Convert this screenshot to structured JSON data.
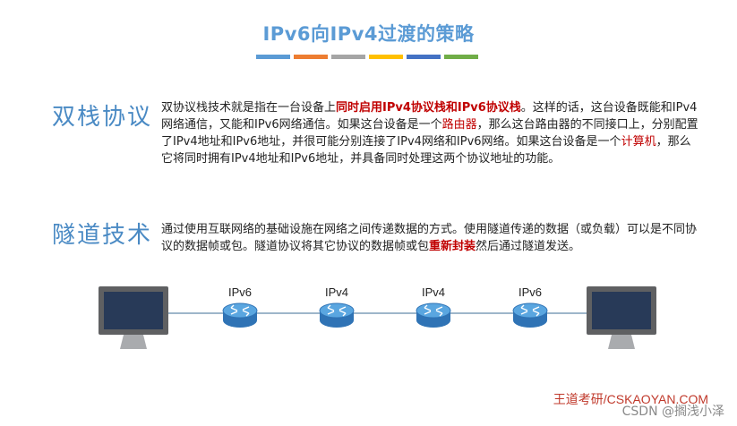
{
  "title": "IPv6向IPv4过渡的策略",
  "color_bars": [
    "#5b9bd5",
    "#ed7d31",
    "#a5a5a5",
    "#ffc000",
    "#4472c4",
    "#70ad47"
  ],
  "sections": {
    "dual_stack": {
      "heading": "双栈协议",
      "body": [
        {
          "text": "双协议栈技术就是指在一台设备上",
          "style": "normal"
        },
        {
          "text": "同时启用IPv4协议栈和IPv6协议栈",
          "style": "red-bold"
        },
        {
          "text": "。这样的话，这台设备既能和IPv4网络通信，又能和IPv6网络通信。如果这台设备是一个",
          "style": "normal"
        },
        {
          "text": "路由器",
          "style": "red"
        },
        {
          "text": "，那么这台路由器的不同接口上，分别配置了IPv4地址和IPv6地址，并很可能分别连接了IPv4网络和IPv6网络。如果这台设备是一个",
          "style": "normal"
        },
        {
          "text": "计算机",
          "style": "red"
        },
        {
          "text": "，那么它将同时拥有IPv4地址和IPv6地址，并具备同时处理这两个协议地址的功能。",
          "style": "normal"
        }
      ]
    },
    "tunneling": {
      "heading": "隧道技术",
      "body": [
        {
          "text": "通过使用互联网络的基础设施在网络之间传递数据的方式。使用隧道传递的数据（或负载）可以是不同协议的数据帧或包。隧道协议将其它协议的数据帧或包",
          "style": "normal"
        },
        {
          "text": "重新封装",
          "style": "red-bold"
        },
        {
          "text": "然后通过隧道发送。",
          "style": "normal"
        }
      ]
    }
  },
  "diagram": {
    "routers": [
      {
        "label": "IPv6"
      },
      {
        "label": "IPv4"
      },
      {
        "label": "IPv4"
      },
      {
        "label": "IPv6"
      }
    ]
  },
  "footer": {
    "brand": "王道考研/CSKAOYAN.COM",
    "watermark": "CSDN @搁浅小泽"
  }
}
